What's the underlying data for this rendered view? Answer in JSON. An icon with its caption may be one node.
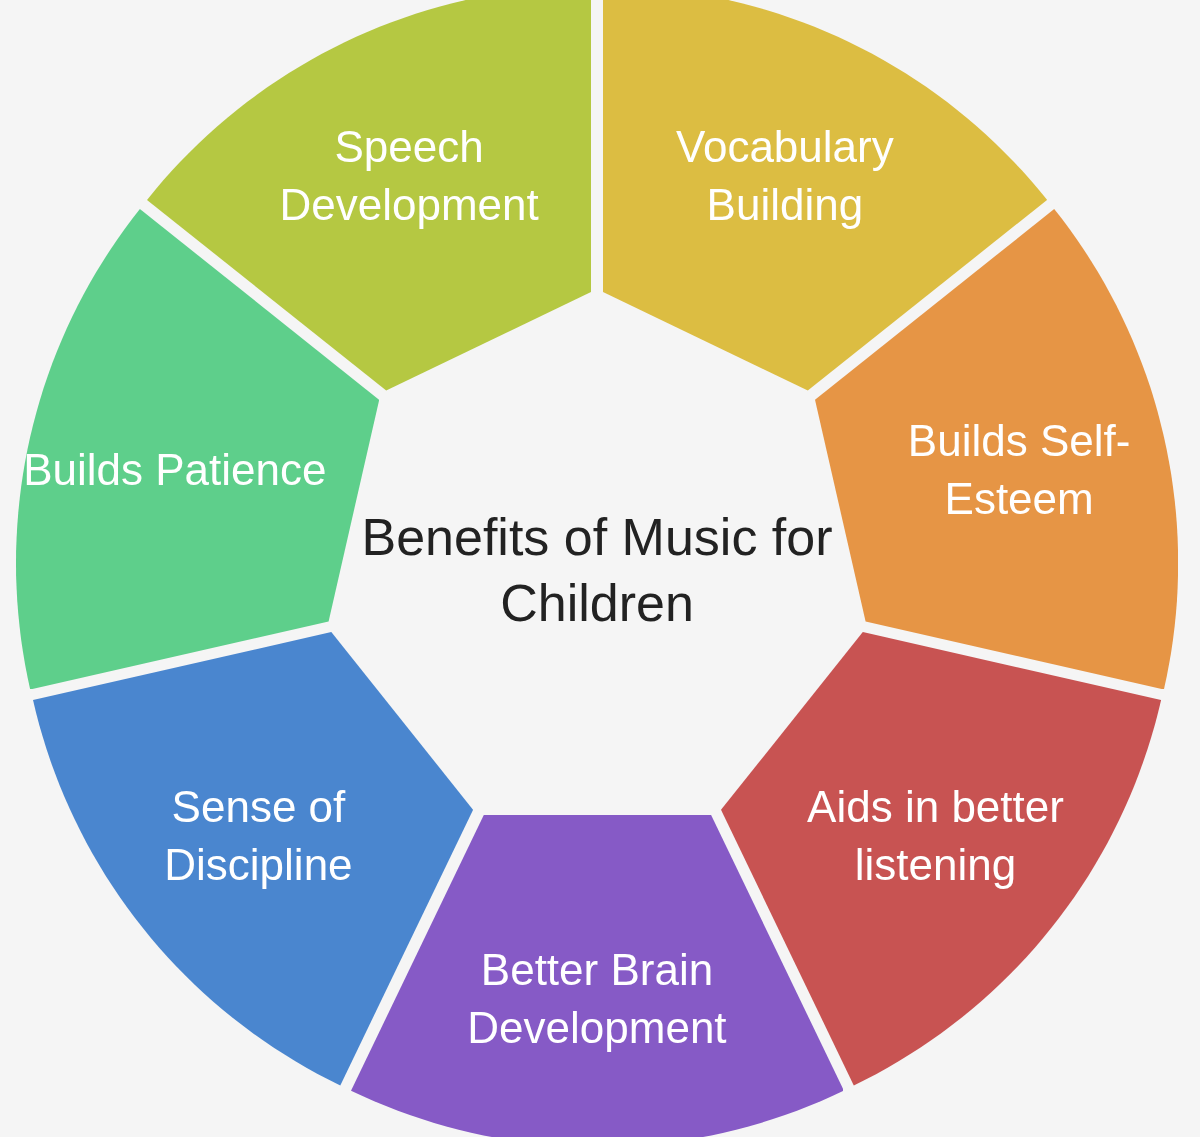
{
  "diagram": {
    "title": "Benefits of Music for Children",
    "nodes": [
      {
        "text": [
          "Speech Development"
        ]
      },
      {
        "text": [
          "Vocabulary Building"
        ]
      },
      {
        "text": [
          "Builds Patience"
        ]
      },
      {
        "text": [
          "Builds Self-Esteem"
        ]
      },
      {
        "text": [
          "Sense of Discipline"
        ]
      },
      {
        "text": [
          "Aids in better listening"
        ]
      },
      {
        "text": [
          "Better Brain Development"
        ]
      }
    ]
  }
}
